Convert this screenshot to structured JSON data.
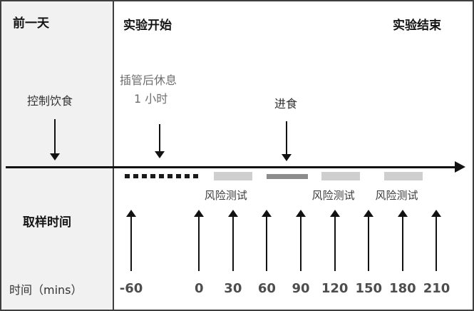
{
  "left_panel": {
    "day_before": "前一天",
    "diet_control": "控制饮食",
    "sampling_time": "取样时间",
    "time_axis_label": "时间（mins）"
  },
  "main": {
    "experiment_start": "实验开始",
    "experiment_end": "实验结束",
    "rest_note_line1": "插管后休息",
    "rest_note_line2": "1 小时",
    "feeding_label": "进食",
    "risk_test_label": "风险测试"
  },
  "timeline": {
    "unit": "mins",
    "times": [
      -60,
      0,
      30,
      60,
      90,
      120,
      150,
      180,
      210
    ],
    "time_labels": [
      "-60",
      "0",
      "30",
      "60",
      "90",
      "120",
      "150",
      "180",
      "210"
    ],
    "rest_period_window": {
      "start": -60,
      "end": 0
    },
    "feeding_window": {
      "start": 60,
      "end": 96
    },
    "risk_test_windows": [
      {
        "start": 13,
        "end": 47
      },
      {
        "start": 108,
        "end": 142
      },
      {
        "start": 164,
        "end": 198
      }
    ]
  },
  "colors": {
    "panel_bg": "#f1f1f1",
    "border": "#3f3f3f",
    "bar_light": "#cfcfcf",
    "bar_dark": "#8c8c8c",
    "number_color": "#4d4d4d",
    "gray_text": "#6e6e6e"
  }
}
